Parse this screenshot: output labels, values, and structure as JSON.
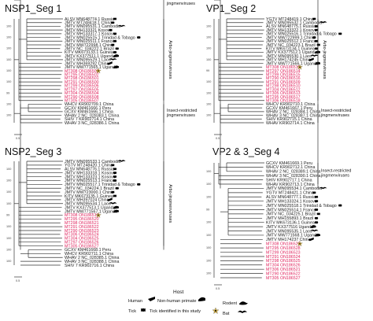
{
  "panels": [
    {
      "id": "p1",
      "title": "NSP1_Seg 1",
      "scale_label": "0.5",
      "groups": [
        {
          "label": "Arbo-jingmenviruses",
          "start": 0,
          "end": 22
        },
        {
          "label": "Insect-restricted jingmenviruses",
          "start": 23,
          "end": 28
        }
      ],
      "tips": [
        {
          "text": "ALSV MN648774.1 Russia",
          "host": "tick"
        },
        {
          "text": "JMTV MT248418.1 China",
          "host": "tick"
        },
        {
          "text": "JMTV MN095531.1 Cambodia",
          "host": "bat"
        },
        {
          "text": "JMTV MH133321 Kosovo",
          "host": "tick"
        },
        {
          "text": "JMTV MH133317.1 Kosovo",
          "host": "tick"
        },
        {
          "text": "JMTV MN025515.1 Trinidad & Tobago",
          "host": "tick"
        },
        {
          "text": "JMTV MN025511.1 France",
          "host": "tick"
        },
        {
          "text": "JMTV MW722998.1 China",
          "host": "tick"
        },
        {
          "text": "JMTV NC_034222.1 Brazil",
          "host": "tick"
        },
        {
          "text": "KITV MK673133.1 Guinea",
          "host": "tick"
        },
        {
          "text": "JMTV KX377511.1 Uganda",
          "host": "primate"
        },
        {
          "text": "JMTV MN095529.1 Laos",
          "host": "bat"
        },
        {
          "text": "JMTV MH369292 China",
          "host": "human"
        },
        {
          "text": "JMTV MW771565.1 Uganda",
          "host": "primate"
        },
        {
          "text": "MT308 ON186503",
          "host": "star",
          "study": true
        },
        {
          "text": "MT295 ON186502",
          "host": "none",
          "study": true
        },
        {
          "text": "MT298 ON186501",
          "host": "none",
          "study": true
        },
        {
          "text": "MT291 ON186500",
          "host": "none",
          "study": true
        },
        {
          "text": "MT299 ON186506",
          "host": "none",
          "study": true
        },
        {
          "text": "MT297 ON186505",
          "host": "none",
          "study": true
        },
        {
          "text": "MT304 ON186504",
          "host": "none",
          "study": true
        },
        {
          "text": "MT290 ON186508",
          "host": "none",
          "study": true
        },
        {
          "text": "MT305 ON186507",
          "host": "none",
          "study": true
        },
        {
          "text": "WHCV KR902709.1 China",
          "host": "none"
        },
        {
          "text": "GCXV KM461666.1 Peru",
          "host": "none"
        },
        {
          "text": "GCXV KM461666.1 China",
          "host": "none"
        },
        {
          "text": "WHAV 2 NC_028383.1 China",
          "host": "none"
        },
        {
          "text": "SHIV 7 KR902714.1 China",
          "host": "none"
        },
        {
          "text": "WHAV 3 NC_028386.1 China",
          "host": "none"
        }
      ],
      "boots": [
        "100",
        "100",
        "100",
        "100",
        "100",
        "100",
        "99",
        "100",
        "100"
      ]
    },
    {
      "id": "p2",
      "title": "VP1_Seg 2",
      "scale_label": "0.5",
      "groups": [
        {
          "label": "Arbo-jingmenviruses",
          "start": 0,
          "end": 22
        },
        {
          "label": "Insect-restricted jingmenviruses",
          "start": 23,
          "end": 28
        }
      ],
      "tips": [
        {
          "text": "YGTV MT248419.1 China",
          "host": "tick"
        },
        {
          "text": "JMTV MN095532.1 Cambodia",
          "host": "bat"
        },
        {
          "text": "ALSV MN648775.1 Russia",
          "host": "tick"
        },
        {
          "text": "JMTV MH133322.1 Kosovo",
          "host": "tick"
        },
        {
          "text": "JMTV MN025516.1 Trinidad & Tobago",
          "host": "tick"
        },
        {
          "text": "JMTV MW722999.1 China",
          "host": "tick"
        },
        {
          "text": "JMTV MN025512.1 France",
          "host": "tick"
        },
        {
          "text": "JMTV NC_034223.1 Brazil",
          "host": "tick"
        },
        {
          "text": "KITV MK673134.1 Guinea",
          "host": "tick"
        },
        {
          "text": "JMTV KX377512.1 Uganda",
          "host": "primate"
        },
        {
          "text": "JMTV MN095530.1 Laos",
          "host": "bat"
        },
        {
          "text": "JMTV MH174245 China",
          "host": "human"
        },
        {
          "text": "JMTV MW771566.1 Uganda",
          "host": "primate"
        },
        {
          "text": "MT308 ON186511",
          "host": "star",
          "study": true
        },
        {
          "text": "MT297 ON186514",
          "host": "none",
          "study": true
        },
        {
          "text": "MT299 ON186515",
          "host": "none",
          "study": true
        },
        {
          "text": "MT290 ON186516",
          "host": "none",
          "study": true
        },
        {
          "text": "MT291 ON186509",
          "host": "none",
          "study": true
        },
        {
          "text": "MT298 ON186510",
          "host": "none",
          "study": true
        },
        {
          "text": "MT304 ON186512",
          "host": "none",
          "study": true
        },
        {
          "text": "MT305 ON186513",
          "host": "none",
          "study": true
        },
        {
          "text": "MT295 ON186517",
          "host": "none",
          "study": true
        },
        {
          "text": "MT306 ON186518",
          "host": "none",
          "study": true
        },
        {
          "text": "WHCV KR902710.1 China",
          "host": "none"
        },
        {
          "text": "GCXV KM461667.1 Peru",
          "host": "none"
        },
        {
          "text": "WHAV 2 NC_028384.1 China",
          "host": "none"
        },
        {
          "text": "WHAV 3 NC_028387.1 China",
          "host": "none"
        },
        {
          "text": "SHIV KR902715.1 China",
          "host": "none"
        },
        {
          "text": "WHAV KR902714.1 China",
          "host": "none"
        }
      ],
      "boots": [
        "100",
        "100",
        "100",
        "100",
        "99",
        "100",
        "100",
        "100",
        "100"
      ]
    },
    {
      "id": "p3",
      "title": "NSP2_Seg 3",
      "scale_label": "0.5",
      "groups": [
        {
          "label": "Arbo-jingmenviruses",
          "start": 0,
          "end": 22
        },
        {
          "label": "Insect-restricted jingmenviruses",
          "start": 23,
          "end": 28
        }
      ],
      "tips": [
        {
          "text": "JMTV MN095533.1 Cambodia",
          "host": "bat"
        },
        {
          "text": "YGTV MT248420.1 China",
          "host": "tick"
        },
        {
          "text": "ALSV MN648776.1 Russia",
          "host": "tick"
        },
        {
          "text": "JMTV MH133318.1 Kosovo",
          "host": "tick"
        },
        {
          "text": "JMTV MH133323.1 Kosovo",
          "host": "tick"
        },
        {
          "text": "JMTV MN025513.1 France",
          "host": "tick"
        },
        {
          "text": "JMTV MN025517.1 Trinidad & Tobago",
          "host": "tick"
        },
        {
          "text": "JMTV NC_034224.1 Brazil",
          "host": "tick"
        },
        {
          "text": "JMTV MW723000.1 China",
          "host": "tick"
        },
        {
          "text": "KITV MK673135.1 Guinea",
          "host": "tick"
        },
        {
          "text": "JMTV MH397024 China",
          "host": "human"
        },
        {
          "text": "JMTV MN095534.1 Laos",
          "host": "bat"
        },
        {
          "text": "JMTV KX377513.1 Uganda",
          "host": "primate"
        },
        {
          "text": "JMTV MW771567.1 Uganda",
          "host": "primate"
        },
        {
          "text": "MT308 ON186519",
          "host": "star",
          "study": true
        },
        {
          "text": "MT295 ON186520",
          "host": "none",
          "study": true
        },
        {
          "text": "MT298 ON186521",
          "host": "none",
          "study": true
        },
        {
          "text": "MT291 ON186522",
          "host": "none",
          "study": true
        },
        {
          "text": "MT290 ON186523",
          "host": "none",
          "study": true
        },
        {
          "text": "MT306 ON186524",
          "host": "none",
          "study": true
        },
        {
          "text": "MT304 ON186525",
          "host": "none",
          "study": true
        },
        {
          "text": "MT297 ON186526",
          "host": "none",
          "study": true
        },
        {
          "text": "MT305 ON186527",
          "host": "none",
          "study": true
        },
        {
          "text": "GCXV KM461668.1 Peru",
          "host": "none"
        },
        {
          "text": "WHCV KR902711.1 China",
          "host": "none"
        },
        {
          "text": "WHAV 2 NC_028385.1 China",
          "host": "none"
        },
        {
          "text": "WHAV 3 NC_028388.1 China",
          "host": "none"
        },
        {
          "text": "SHIV 7 KR902716.1 China",
          "host": "none"
        }
      ],
      "boots": [
        "100",
        "100",
        "100",
        "100",
        "99",
        "100",
        "100",
        "100",
        "100"
      ]
    },
    {
      "id": "p4",
      "title": "VP2 & 3_Seg 4",
      "scale_label": "0.5",
      "groups": [
        {
          "label": "Insect-restricted jingmenviruses",
          "start": 0,
          "end": 5
        },
        {
          "label": "Arbo-jingmenviruses",
          "start": 6,
          "end": 29
        }
      ],
      "tips": [
        {
          "text": "GCXV KM461669.1 Peru",
          "host": "none"
        },
        {
          "text": "WHCV KR902712.1 China",
          "host": "none"
        },
        {
          "text": "WHAV 2 NC_028389.1 China",
          "host": "none"
        },
        {
          "text": "WHAV 3 NC_028390.1 China",
          "host": "none"
        },
        {
          "text": "SHIV KR902717.1 China",
          "host": "none"
        },
        {
          "text": "WHAV KR902713.1 China",
          "host": "none"
        },
        {
          "text": "JMTV MN095534.1 Cambodia",
          "host": "bat"
        },
        {
          "text": "YGTV MT248421.1 China",
          "host": "tick"
        },
        {
          "text": "ALSV MN648777.1 Russia",
          "host": "tick"
        },
        {
          "text": "JMTV MH133324.1 Kosovo",
          "host": "tick"
        },
        {
          "text": "JMTV MN025518.1 Trinidad & Tobago",
          "host": "tick"
        },
        {
          "text": "JMTV MN025514.1 France",
          "host": "tick"
        },
        {
          "text": "JMTV NC_034225.1 Brazil",
          "host": "tick"
        },
        {
          "text": "JMTV MH155893.1 Brazil",
          "host": "tick"
        },
        {
          "text": "KITV MK673136.1 Guinea",
          "host": "tick"
        },
        {
          "text": "JMTV KX377516 Uganda",
          "host": "primate"
        },
        {
          "text": "JMTV MN095535.1 Laos",
          "host": "bat"
        },
        {
          "text": "JMTV MW771568.1 Uganda",
          "host": "primate"
        },
        {
          "text": "JMTV MH174237 China",
          "host": "human"
        },
        {
          "text": "MT308 ON186520",
          "host": "star",
          "study": true
        },
        {
          "text": "MT295 ON186528",
          "host": "none",
          "study": true
        },
        {
          "text": "MT299 ON186523",
          "host": "none",
          "study": true
        },
        {
          "text": "MT291 ON186524",
          "host": "none",
          "study": true
        },
        {
          "text": "MT298 ON186525",
          "host": "none",
          "study": true
        },
        {
          "text": "MT304 ON186526",
          "host": "none",
          "study": true
        },
        {
          "text": "MT306 ON186521",
          "host": "none",
          "study": true
        },
        {
          "text": "MT290 ON186522",
          "host": "none",
          "study": true
        },
        {
          "text": "MT305 ON186527",
          "host": "none",
          "study": true
        }
      ],
      "boots": [
        "100",
        "100",
        "100",
        "99",
        "100",
        "100",
        "100",
        "100",
        "100"
      ]
    }
  ],
  "legend": {
    "title": "Host",
    "items": [
      {
        "key": "human",
        "label": "Human"
      },
      {
        "key": "primate",
        "label": "Non-human primate"
      },
      {
        "key": "rodent",
        "label": "Rodent"
      },
      {
        "key": "tick",
        "label": "Tick"
      },
      {
        "key": "star",
        "label": "Tick identified in this study"
      },
      {
        "key": "bat",
        "label": "Bat"
      }
    ]
  },
  "colors": {
    "study_tip": "#e0245e",
    "branch": "#333333",
    "star_fill": "#d4b24a"
  }
}
